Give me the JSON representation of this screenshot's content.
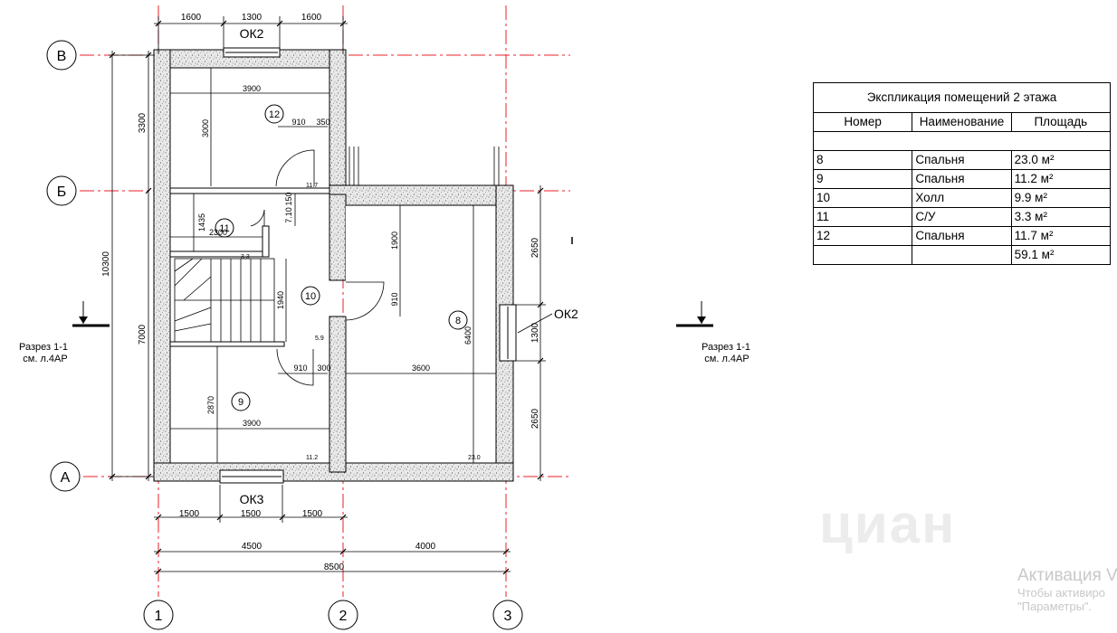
{
  "drawing": {
    "axes": {
      "top_labels": [
        "В",
        "Б",
        "А"
      ],
      "bottom_labels": [
        "1",
        "2",
        "3"
      ]
    },
    "dimensions": {
      "top": [
        "1600",
        "1300",
        "1600"
      ],
      "left_outer": "10300",
      "left_inner": [
        "3300",
        "7000"
      ],
      "right": [
        "2650",
        "1300",
        "2650"
      ],
      "bottom_row1": [
        "1500",
        "1500",
        "1500"
      ],
      "bottom_row2": [
        "4500",
        "4000"
      ],
      "bottom_total": "8500",
      "interior": {
        "room12_width": "3900",
        "room12_height": "3000",
        "door_upper_a": "910",
        "door_upper_b": "350",
        "room11_width": "2300",
        "room11_height": "1435",
        "room11_door": "7.10",
        "room11_door_b": "150",
        "stair_height": "1940",
        "room8_upper": "1900",
        "room8_door": "910",
        "room8_width": "3600",
        "room8_height": "6400",
        "door_lower_a": "910",
        "door_lower_b": "300",
        "room9_width": "3900",
        "room9_height": "2870"
      }
    },
    "windows": {
      "top": "ОК2",
      "right": "ОК2",
      "bottom": "ОК3"
    },
    "room_numbers": [
      "12",
      "11",
      "10",
      "8",
      "9"
    ],
    "area_labels": {
      "r12": "11.7",
      "r11": "3.3",
      "r10": "5.9",
      "r9": "11.2",
      "r8": "23.0"
    },
    "section_marks": {
      "label": "Разрез 1-1",
      "ref": "см. л.4АР"
    }
  },
  "explication": {
    "title": "Экспликация помещений 2 этажа",
    "headers": [
      "Номер",
      "Наименование",
      "Площадь"
    ],
    "rows": [
      {
        "num": "8",
        "name": "Спальня",
        "area": "23.0 м²"
      },
      {
        "num": "9",
        "name": "Спальня",
        "area": "11.2 м²"
      },
      {
        "num": "10",
        "name": "Холл",
        "area": "9.9 м²"
      },
      {
        "num": "11",
        "name": "С/У",
        "area": "3.3 м²"
      },
      {
        "num": "12",
        "name": "Спальня",
        "area": "11.7 м²"
      }
    ],
    "total": "59.1 м²"
  },
  "watermark": {
    "title": "Активация V",
    "line1": "Чтобы активиро",
    "line2": "\"Параметры\".",
    "brand": "циан"
  }
}
